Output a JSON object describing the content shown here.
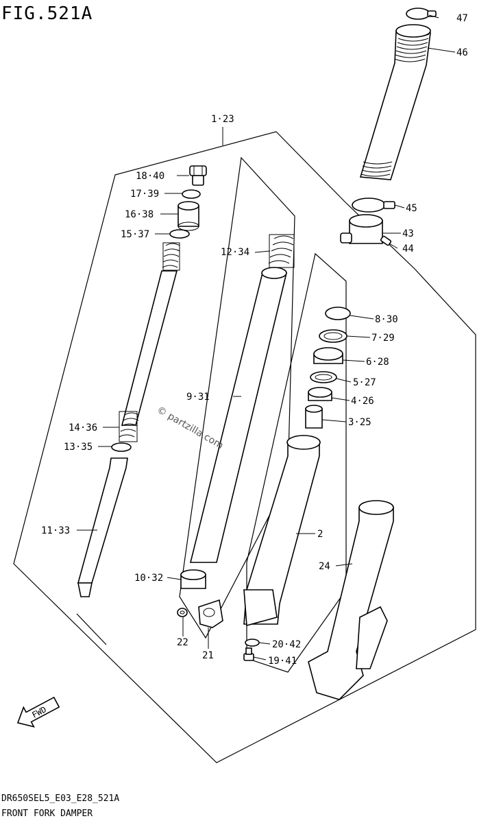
{
  "figure_title": "FIG.521A",
  "watermark": "© partzilla.com",
  "footer": {
    "model_code": "DR650SEL5_E03_E28_521A",
    "caption": "FRONT FORK DAMPER"
  },
  "direction_badge": "FWD",
  "callouts": {
    "c1_23": "1·23",
    "c2": "2",
    "c3_25": "3·25",
    "c4_26": "4·26",
    "c5_27": "5·27",
    "c6_28": "6·28",
    "c7_29": "7·29",
    "c8_30": "8·30",
    "c9_31": "9·31",
    "c10_32": "10·32",
    "c11_33": "11·33",
    "c12_34": "12·34",
    "c13_35": "13·35",
    "c14_36": "14·36",
    "c15_37": "15·37",
    "c16_38": "16·38",
    "c17_39": "17·39",
    "c18_40": "18·40",
    "c19_41": "19·41",
    "c20_42": "20·42",
    "c21": "21",
    "c22": "22",
    "c24": "24",
    "c43": "43",
    "c44": "44",
    "c45": "45",
    "c46": "46",
    "c47": "47"
  }
}
